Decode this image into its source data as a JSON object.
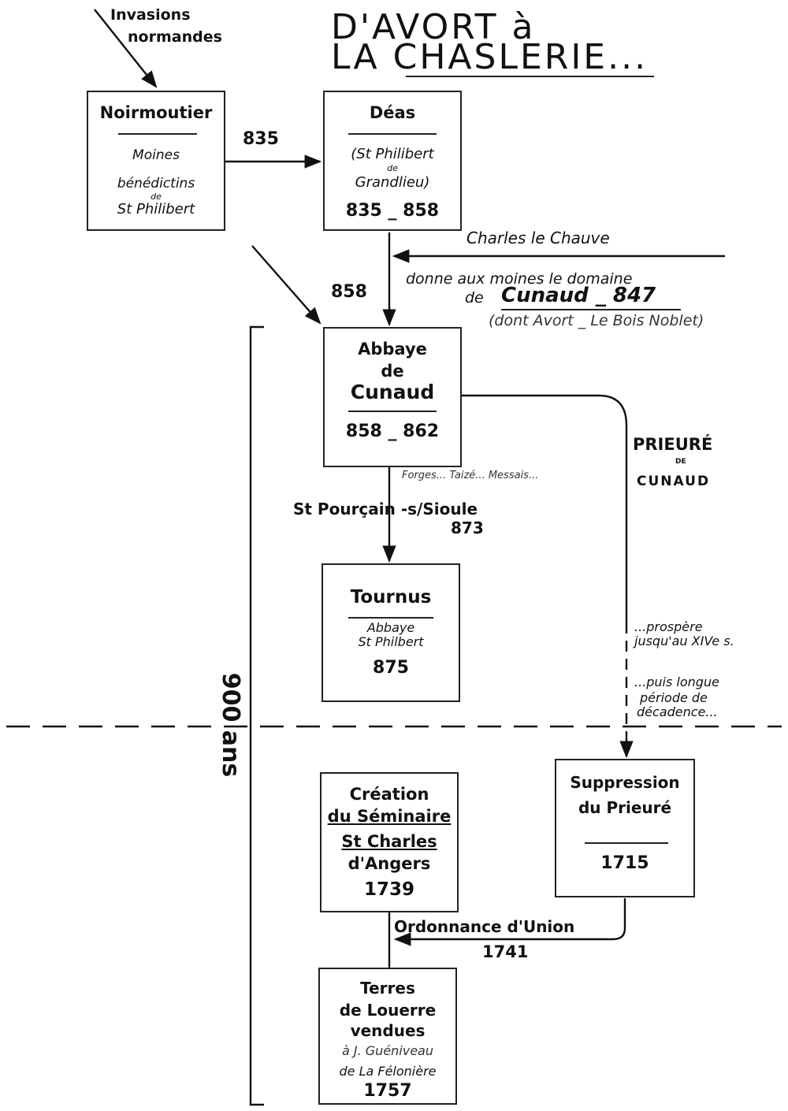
{
  "title": {
    "line1": "D'AVORT à",
    "line2": "LA CHASLERIE..."
  },
  "invasions": {
    "line1": "Invasions",
    "line2": "normandes"
  },
  "noirmoutier": {
    "name": "Noirmoutier",
    "line1": "Moines",
    "line2": "bénédictins",
    "line3": "de",
    "line4": "St Philibert"
  },
  "deas": {
    "name": "Déas",
    "line1": "(St Philibert",
    "line2": "de",
    "line3": "Grandlieu)",
    "dates": "835 _ 858"
  },
  "arrow_835": "835",
  "charles": {
    "line1": "Charles le Chauve",
    "line2": "donne aux moines le domaine",
    "line3_prefix": "de",
    "line3_name": "Cunaud _ 847",
    "line4": "(dont Avort _ Le Bois Noblet)"
  },
  "arrow_858": "858",
  "cunaud": {
    "line1": "Abbaye",
    "line2": "de",
    "line3": "Cunaud",
    "dates": "858 _ 862"
  },
  "prieure_label": {
    "line1": "PRIEURÉ",
    "line2": "DE",
    "line3": "CUNAUD"
  },
  "forges": "Forges... Taizé... Messais...",
  "pourcain": {
    "line1": "St Pourçain -s/Sioule",
    "line2": "873"
  },
  "tournus": {
    "name": "Tournus",
    "line1": "Abbaye",
    "line2": "St Philbert",
    "date": "875"
  },
  "prospere": {
    "line1": "...prospère",
    "line2": "jusqu'au XIVe s."
  },
  "decadence": {
    "line1": "...puis longue",
    "line2": "période de",
    "line3": "décadence..."
  },
  "years_label": "900 ans",
  "seminaire": {
    "line1": "Création",
    "line2": "du Séminaire",
    "line3": "St Charles",
    "line4": "d'Angers",
    "date": "1739"
  },
  "suppression": {
    "line1": "Suppression",
    "line2": "du Prieuré",
    "date": "1715"
  },
  "union": {
    "line1": "Ordonnance d'Union",
    "line2": "1741"
  },
  "louerre": {
    "line1": "Terres",
    "line2": "de Louerre",
    "line3": "vendues",
    "line4": "à J. Guéniveau",
    "line5": "de La Félonière",
    "date": "1757"
  }
}
